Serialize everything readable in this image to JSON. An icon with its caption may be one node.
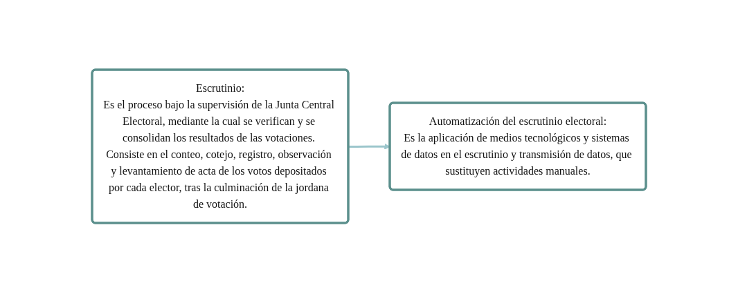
{
  "diagram": {
    "nodes": [
      {
        "text": [
          "Escrutinio:",
          "Es el proceso bajo la supervisión de la Junta Central Electoral, mediante la cual se verifican y se consolidan los resultados de las votaciones. Consiste en el conteo, cotejo, registro, observación y levantamiento de acta de los votos depositados por cada elector, tras la culminación de la jordana de votación."
        ]
      },
      {
        "text": [
          "Automatización del escrutinio electoral:",
          "Es la aplicación de medios tecnológicos y sistemas de datos en el escrutinio y transmisión de datos, que sustituyen actividades manuales."
        ]
      }
    ],
    "edges": [
      {
        "from": 0,
        "to": 1,
        "arrow": "to"
      }
    ]
  }
}
